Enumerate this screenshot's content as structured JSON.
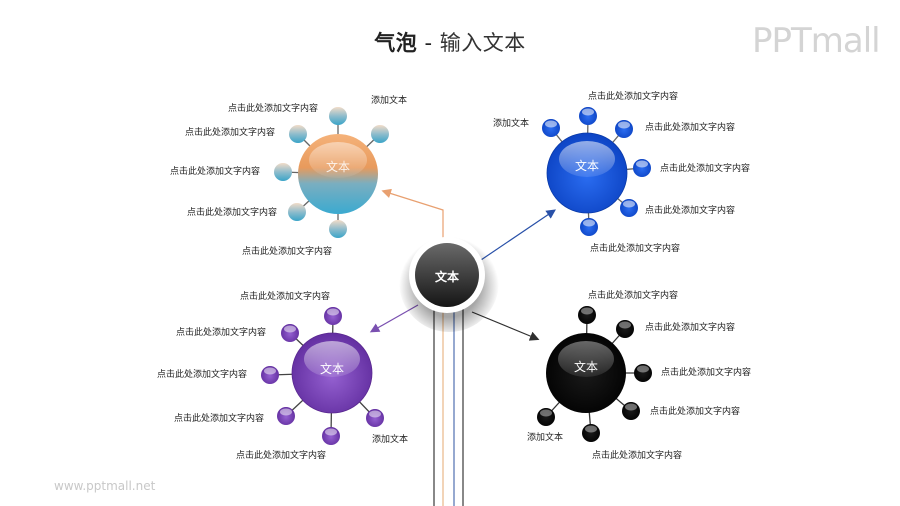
{
  "header": {
    "title_bold": "气泡",
    "title_sep": " - ",
    "title_rest": "输入文本",
    "logo": "PPTmall"
  },
  "footer": {
    "url": "www.pptmall.net"
  },
  "center_node": {
    "label": "文本"
  },
  "clusters": [
    {
      "id": "orange",
      "label": "文本",
      "colors": {
        "top": "#f0a060",
        "bottom": "#3aa8c8"
      },
      "satellites": [
        {
          "position": "top",
          "label": "点击此处添加文字内容"
        },
        {
          "position": "top-right",
          "label": "添加文本"
        },
        {
          "position": "upper-left",
          "label": "点击此处添加文字内容"
        },
        {
          "position": "left",
          "label": "点击此处添加文字内容"
        },
        {
          "position": "lower-left",
          "label": "点击此处添加文字内容"
        },
        {
          "position": "bottom",
          "label": "点击此处添加文字内容"
        }
      ]
    },
    {
      "id": "blue",
      "label": "文本",
      "colors": {
        "top": "#3a78f0",
        "bottom": "#0040c8"
      },
      "satellites": [
        {
          "position": "top",
          "label": "点击此处添加文字内容"
        },
        {
          "position": "top-left",
          "label": "添加文本"
        },
        {
          "position": "top-right",
          "label": "点击此处添加文字内容"
        },
        {
          "position": "right",
          "label": "点击此处添加文字内容"
        },
        {
          "position": "lower-right",
          "label": "点击此处添加文字内容"
        },
        {
          "position": "bottom",
          "label": "点击此处添加文字内容"
        }
      ]
    },
    {
      "id": "purple",
      "label": "文本",
      "colors": {
        "top": "#a070d8",
        "bottom": "#6a2aa8"
      },
      "satellites": [
        {
          "position": "top",
          "label": "点击此处添加文字内容"
        },
        {
          "position": "upper-left",
          "label": "点击此处添加文字内容"
        },
        {
          "position": "left",
          "label": "点击此处添加文字内容"
        },
        {
          "position": "lower-left",
          "label": "点击此处添加文字内容"
        },
        {
          "position": "bottom",
          "label": "点击此处添加文字内容"
        },
        {
          "position": "lower-right",
          "label": "添加文本"
        }
      ]
    },
    {
      "id": "black",
      "label": "文本",
      "colors": {
        "top": "#666666",
        "bottom": "#000000"
      },
      "satellites": [
        {
          "position": "top",
          "label": "点击此处添加文字内容"
        },
        {
          "position": "top-right",
          "label": "点击此处添加文字内容"
        },
        {
          "position": "right",
          "label": "点击此处添加文字内容"
        },
        {
          "position": "lower-right",
          "label": "点击此处添加文字内容"
        },
        {
          "position": "bottom",
          "label": "点击此处添加文字内容"
        },
        {
          "position": "lower-left",
          "label": "添加文本"
        }
      ]
    }
  ],
  "connector_colors": {
    "orange": "#e8a070",
    "blue": "#2850a8",
    "purple": "#7a50b0",
    "black": "#303030"
  }
}
